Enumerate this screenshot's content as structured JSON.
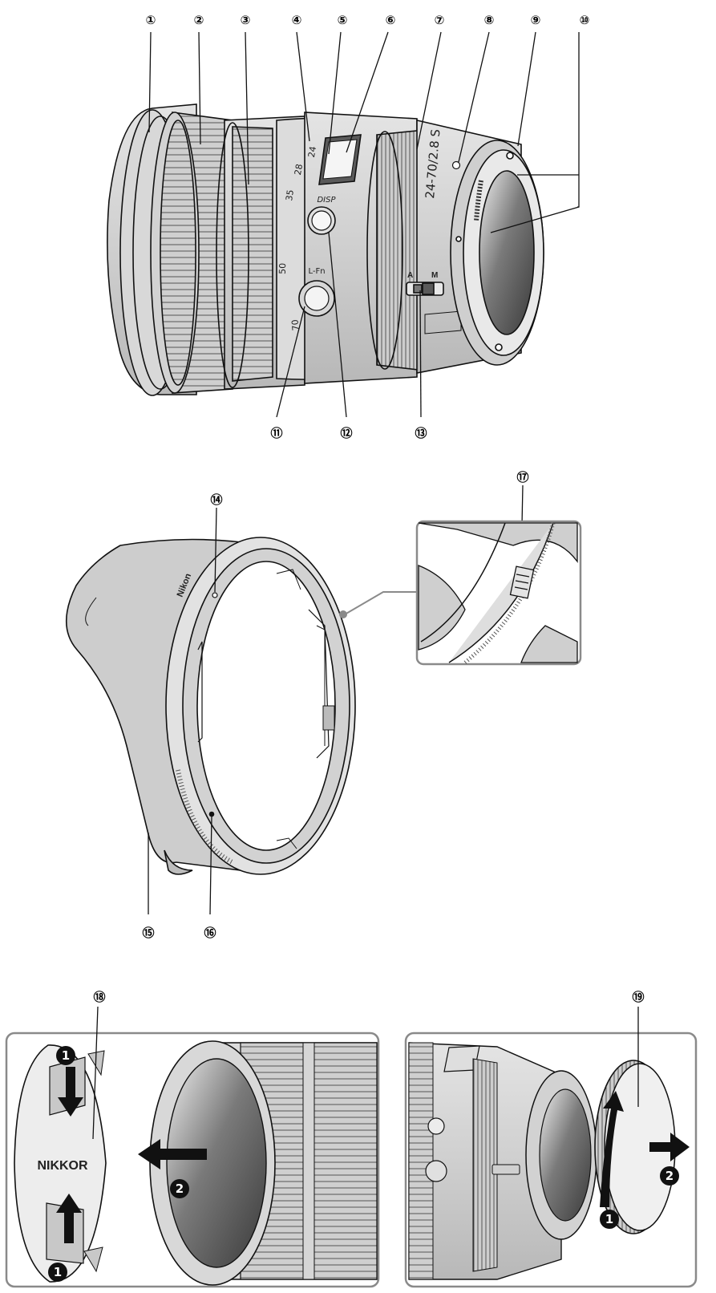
{
  "callouts": {
    "c1": "①",
    "c2": "②",
    "c3": "③",
    "c4": "④",
    "c5": "⑤",
    "c6": "⑥",
    "c7": "⑦",
    "c8": "⑧",
    "c9": "⑨",
    "c10": "⑩",
    "c11": "⑪",
    "c12": "⑫",
    "c13": "⑬",
    "c14": "⑭",
    "c15": "⑮",
    "c16": "⑯",
    "c17": "⑰",
    "c18": "⑱",
    "c19": "⑲"
  },
  "lens_markings": {
    "focal_24": "24",
    "focal_28": "28",
    "focal_35": "35",
    "focal_50": "50",
    "focal_70": "70",
    "disp_label": "DISP",
    "lfn_label": "L-Fn",
    "model": "24-70/2.8 S",
    "switch_a": "A",
    "switch_m": "M"
  },
  "hood_brand": "Nikon",
  "cap_brand": "NIKKOR",
  "steps": {
    "one": "1",
    "two": "2"
  },
  "colors": {
    "line": "#111111",
    "body": "#d4d4d4",
    "shade": "#bdbdbd",
    "dark": "#4a4a4a",
    "frame": "#8a8a8a"
  }
}
